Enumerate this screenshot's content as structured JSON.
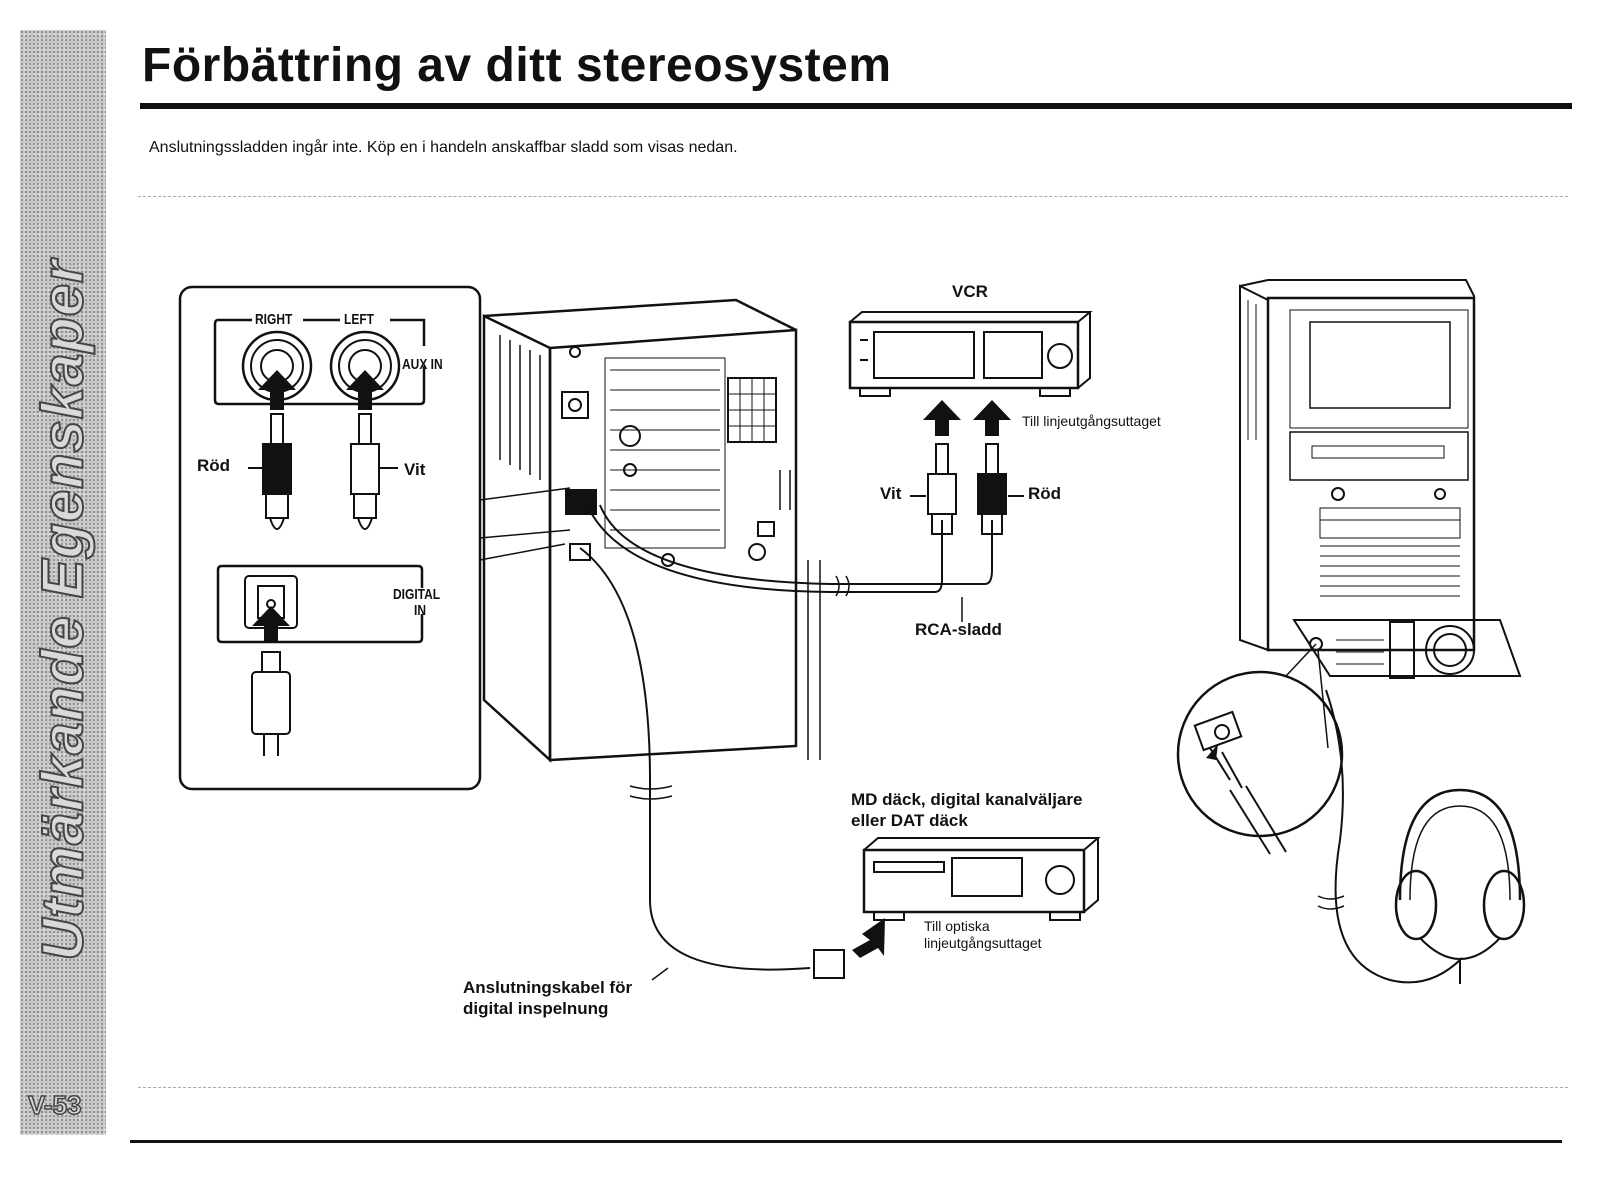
{
  "side_tab": {
    "title": "Utmärkande Egenskaper",
    "page": "V-53"
  },
  "header": {
    "title": "Förbättring av ditt stereosystem"
  },
  "intro": "Anslutningssladden ingår inte. Köp en i handeln anskaffbar sladd som visas nedan.",
  "labels": {
    "right": "RIGHT",
    "left": "LEFT",
    "aux_in": "AUX IN",
    "rod_left": "Röd",
    "vit_left": "Vit",
    "digital": "DIGITAL",
    "in": "IN",
    "vcr": "VCR",
    "till_linje": "Till linjeutgångsuttaget",
    "vit_right": "Vit",
    "rod_right": "Röd",
    "rca": "RCA-sladd",
    "md_line1": "MD däck, digital kanalväljare",
    "md_line2": "eller DAT däck",
    "optic_line1": "Till optiska",
    "optic_line2": "linjeutgångsuttaget",
    "cable_line1": "Anslutningskabel för",
    "cable_line2": "digital inspelnung"
  }
}
